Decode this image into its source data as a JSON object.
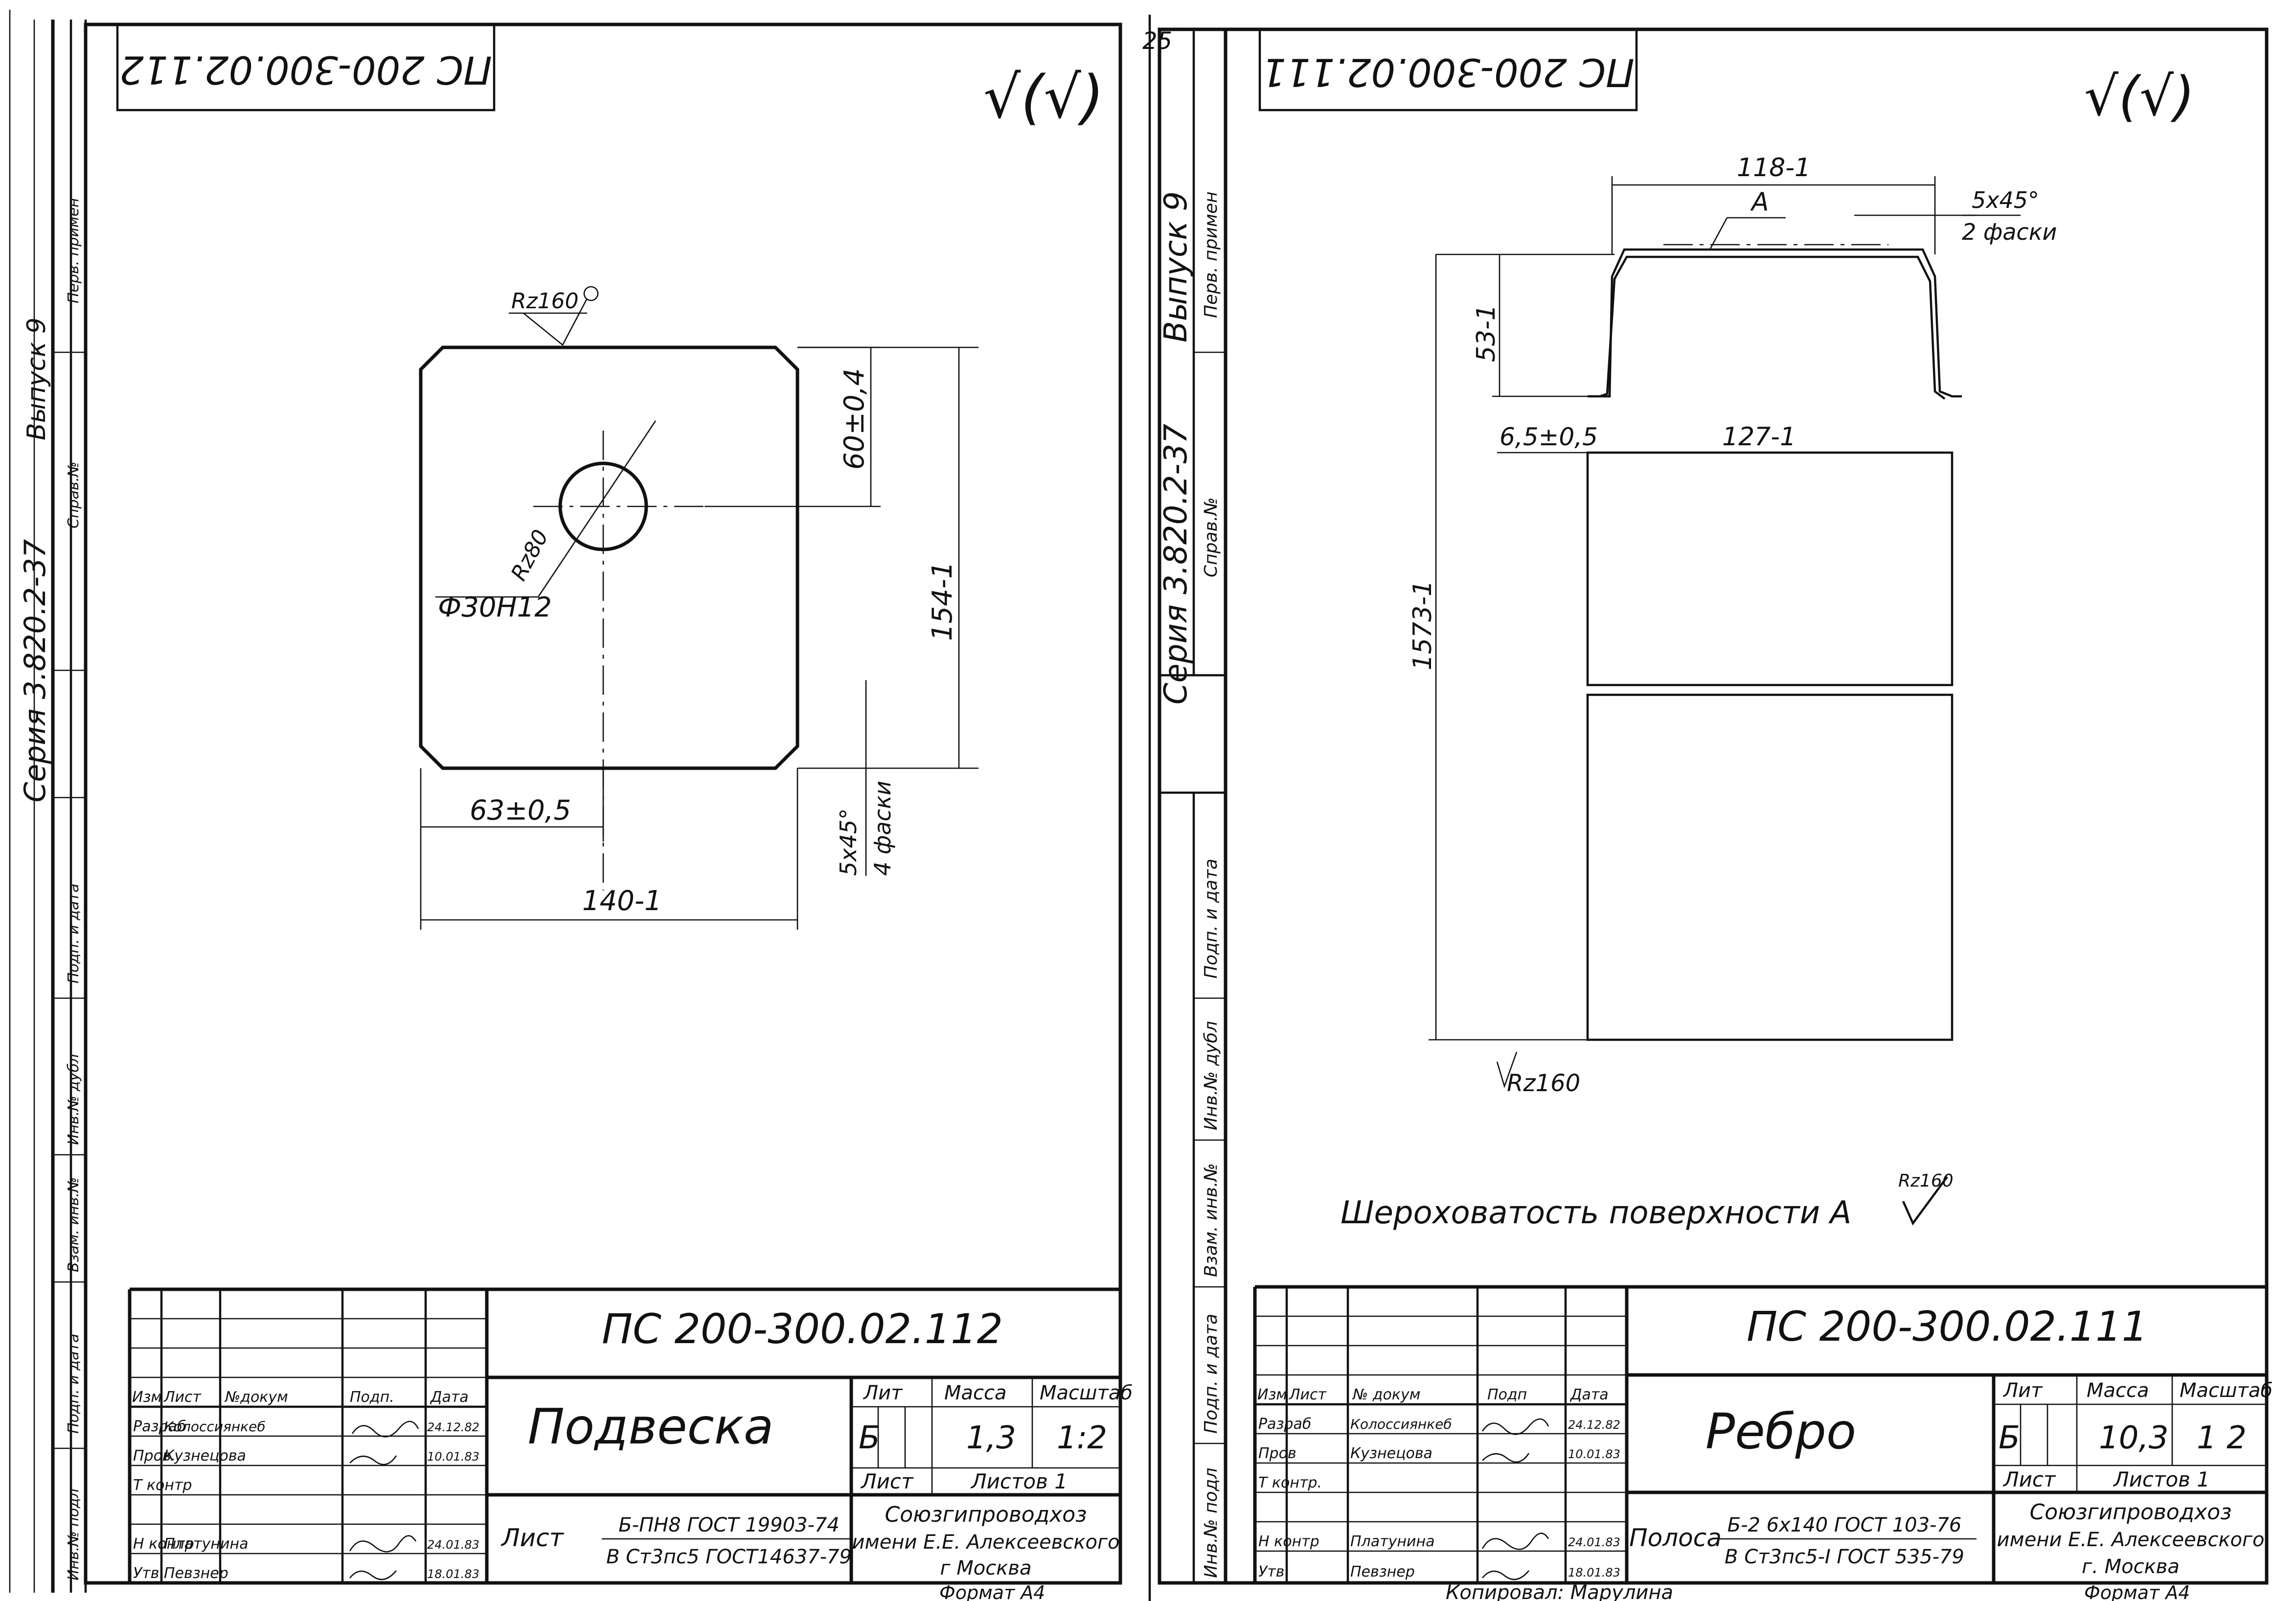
{
  "series_label": "Серия 3.820.2-37",
  "issue_label": "Выпуск 9",
  "stamp_cells": {
    "perv_primen": "Перв. примен",
    "sprav_no": "Справ.№",
    "podp_data": "Подп. и дата",
    "inv_dubl": "Инв.№ дубл",
    "vzam_inv": "Взам. инв.№",
    "podp_data_2": "Подп. и дата",
    "inv_podl": "Инв.№ подл"
  },
  "page_number": "25",
  "tracer": "Копировал: Марулина",
  "format": "Формат А4",
  "left_sheet": {
    "code_top": "ПС 200-300.02.112",
    "roughness_mark": "√(√)",
    "rz160": "Rz160",
    "rz80": "Rz80",
    "hole": "Ф30Н12",
    "dim_60": "60±0,4",
    "dim_154": "154-1",
    "dim_63": "63±0,5",
    "dim_140": "140-1",
    "chamfer_1": "5х45°",
    "chamfer_2": "4 фаски",
    "title": {
      "code": "ПС 200-300.02.112",
      "name": "Подвеска",
      "lit_label": "Лит",
      "mass_label": "Масса",
      "scale_label": "Масштаб",
      "lit_value": "Б",
      "mass_value": "1,3",
      "scale_value": "1:2",
      "sheet_label": "Лист",
      "sheets_label": "Листов 1",
      "org": [
        "Союзгипроводхоз",
        "имени Е.Е. Алексеевского",
        "г Москва"
      ],
      "material_label": "Лист",
      "material": [
        "Б-ПН8 ГОСТ 19903-74",
        "В Ст3пс5 ГОСТ14637-79"
      ],
      "head": [
        "Изм",
        "Лист",
        "№докум",
        "Подп.",
        "Дата"
      ],
      "rows": [
        {
          "role": "Разраб",
          "name": "Колоссиянкеб",
          "date": "24.12.82"
        },
        {
          "role": "Пров.",
          "name": "Кузнецова",
          "date": "10.01.83"
        },
        {
          "role": "Т контр",
          "name": "",
          "date": ""
        },
        {
          "role": "",
          "name": "",
          "date": ""
        },
        {
          "role": "Н контр",
          "name": "Платунина",
          "date": "24.01.83"
        },
        {
          "role": "Утв.",
          "name": "Певзнер",
          "date": "18.01.83"
        }
      ]
    }
  },
  "right_sheet": {
    "code_top": "ПС 200-300.02.111",
    "roughness_mark": "√(√)",
    "dim_118": "118-1",
    "mark_a": "А",
    "chamfer_1": "5х45°",
    "chamfer_2": "2 фаски",
    "dim_53": "53-1",
    "dim_6_5": "6,5±0,5",
    "dim_127": "127-1",
    "dim_1573": "1573-1",
    "rz160": "Rz160",
    "roughness_note": "Шероховатость поверхности А",
    "title": {
      "code": "ПС 200-300.02.111",
      "name": "Ребро",
      "lit_label": "Лит",
      "mass_label": "Масса",
      "scale_label": "Масштаб",
      "lit_value": "Б",
      "mass_value": "10,3",
      "scale_value": "1 2",
      "sheet_label": "Лист",
      "sheets_label": "Листов 1",
      "org": [
        "Союзгипроводхоз",
        "имени Е.Е. Алексеевского",
        "г. Москва"
      ],
      "material_label": "Полоса",
      "material": [
        "Б-2 6х140 ГОСТ 103-76",
        "В Ст3пс5-I ГОСТ 535-79"
      ],
      "head": [
        "Изм",
        "Лист",
        "№ докум",
        "Подп",
        "Дата"
      ],
      "rows": [
        {
          "role": "Разраб",
          "name": "Колоссиянкеб",
          "date": "24.12.82"
        },
        {
          "role": "Пров",
          "name": "Кузнецова",
          "date": "10.01.83"
        },
        {
          "role": "Т контр.",
          "name": "",
          "date": ""
        },
        {
          "role": "",
          "name": "",
          "date": ""
        },
        {
          "role": "Н контр",
          "name": "Платунина",
          "date": "24.01.83"
        },
        {
          "role": "Утв.",
          "name": "Певзнер",
          "date": "18.01.83"
        }
      ]
    }
  }
}
